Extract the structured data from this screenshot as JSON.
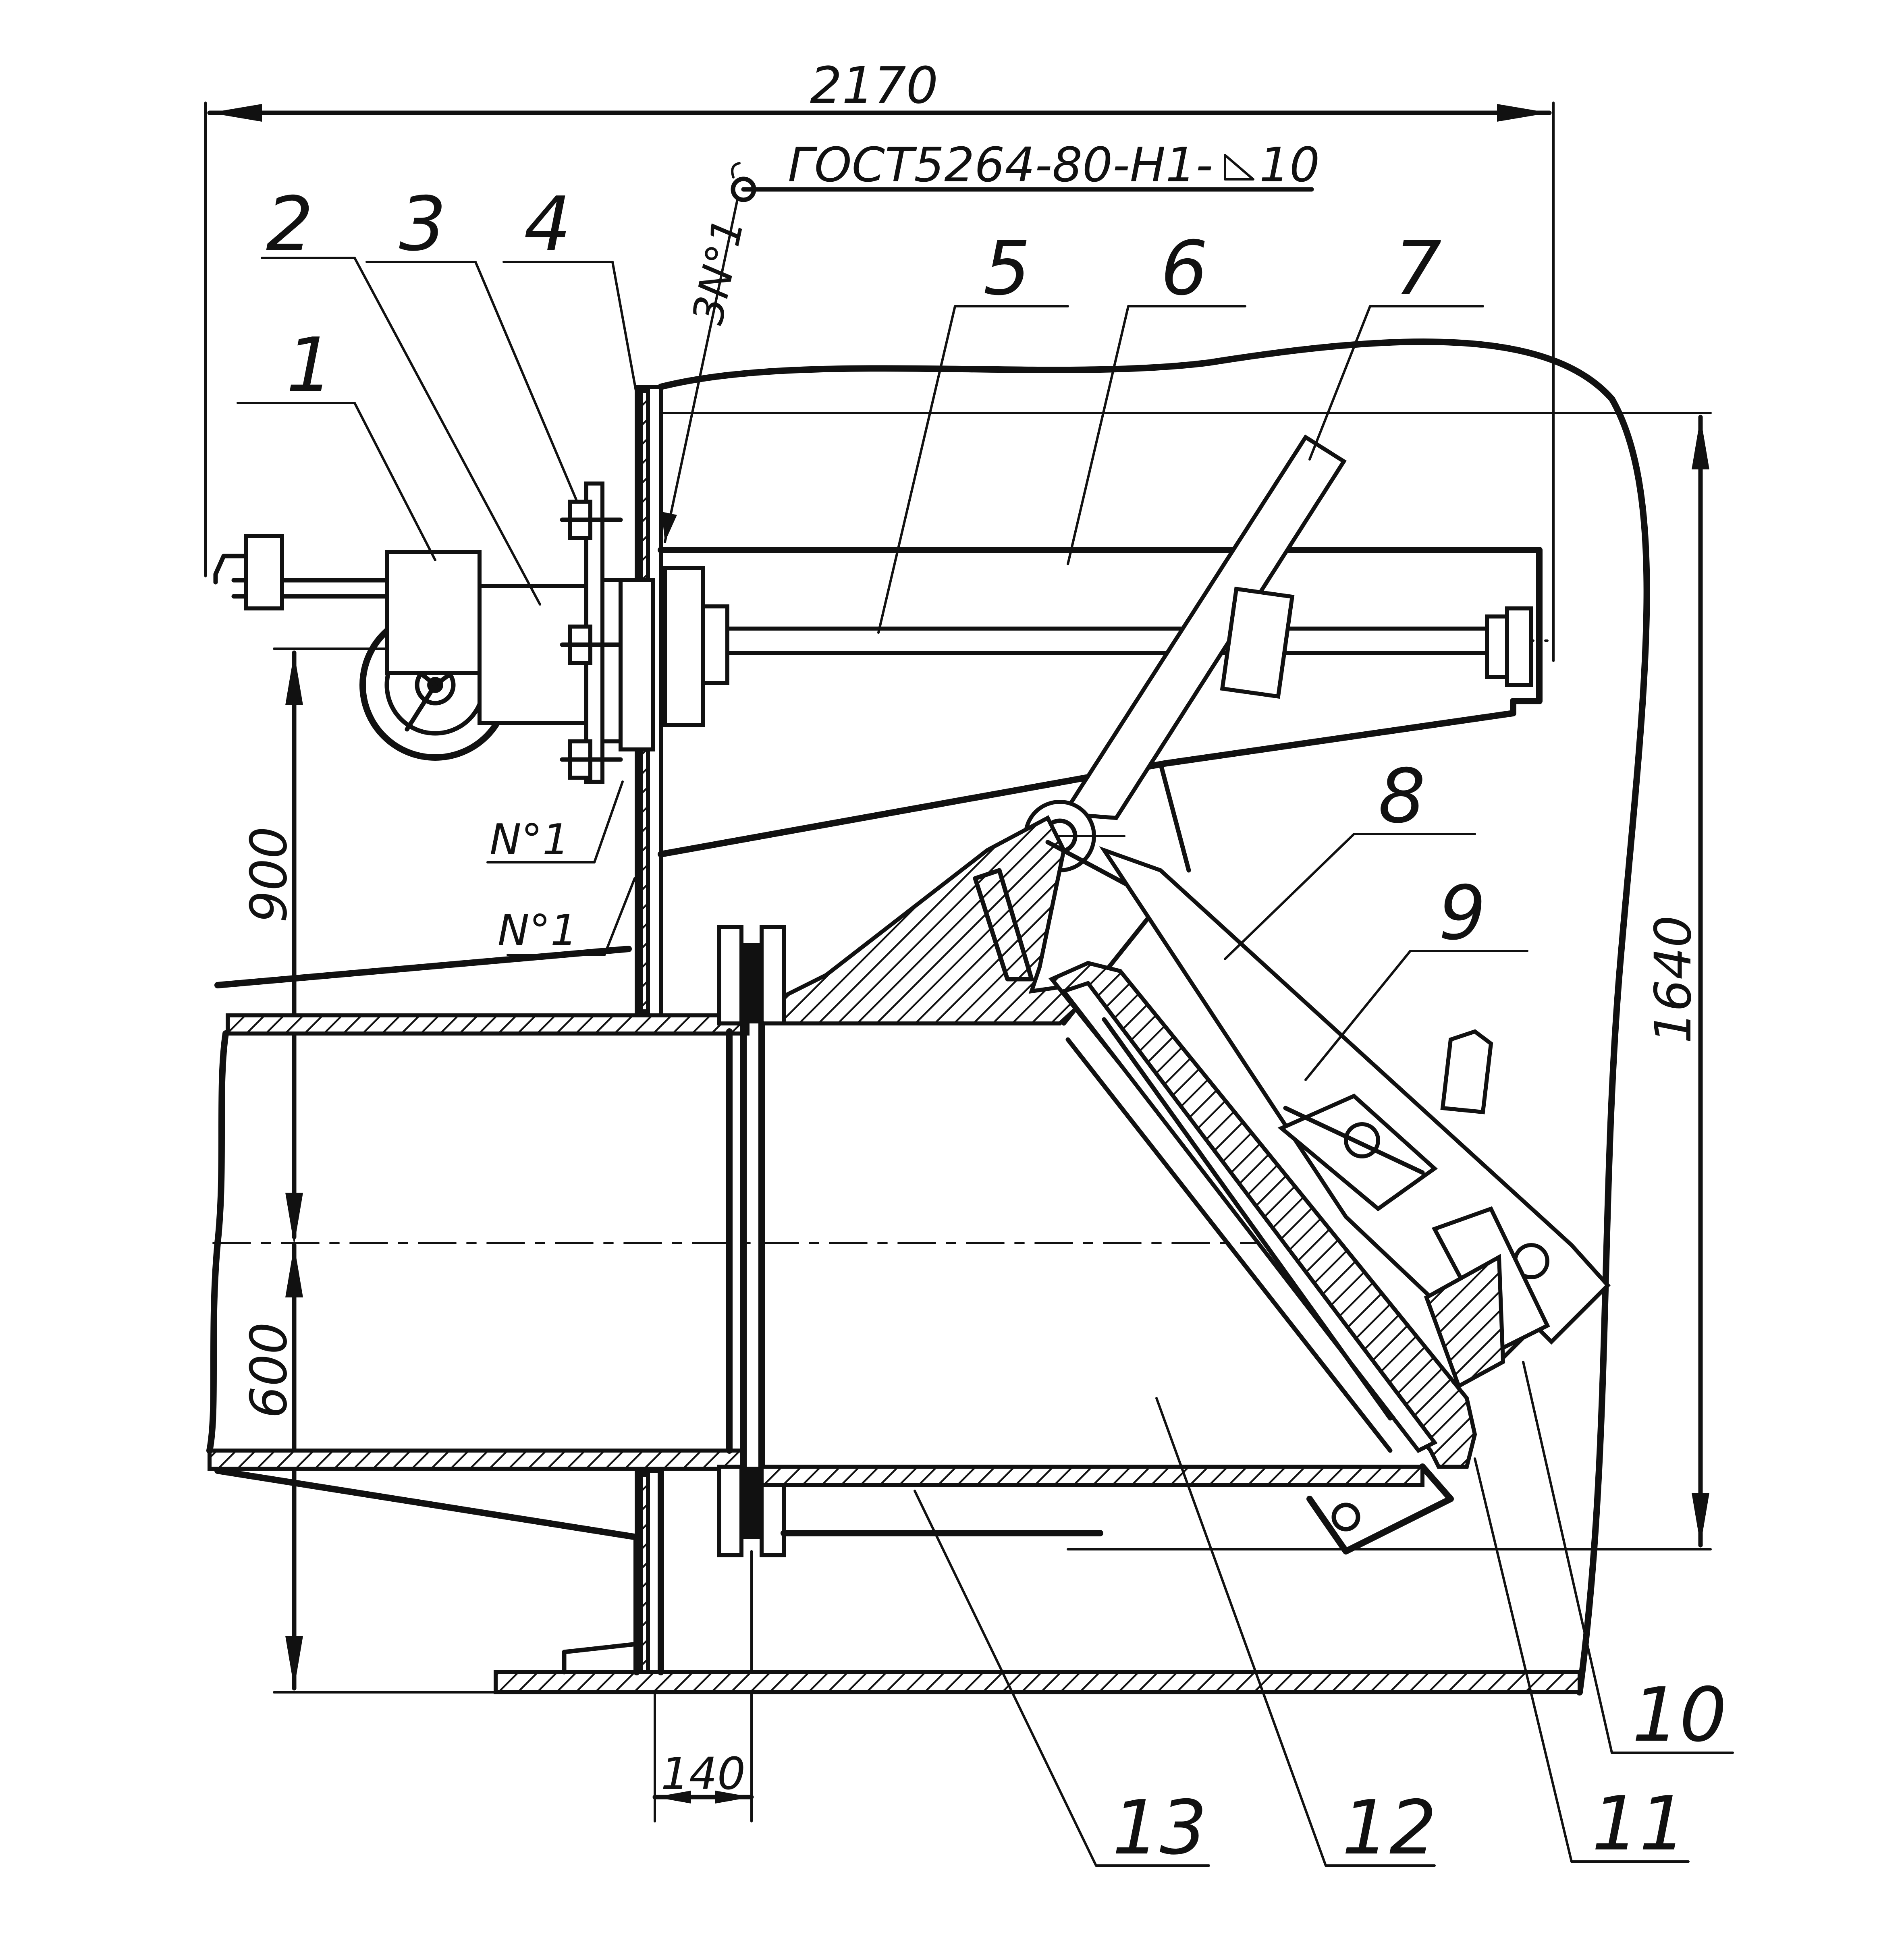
{
  "dimensions": {
    "overall_width": "2170",
    "overall_height": "1640",
    "axis_to_bottom": "900",
    "pipe_diameter": "600",
    "flange_offset": "140"
  },
  "weld": {
    "designation": "ГОСТ5264-80-Н1-",
    "leg": "10",
    "seam_main": "3N°1",
    "seam_a": "N°1",
    "seam_b": "N°1"
  },
  "positions": [
    "1",
    "2",
    "3",
    "4",
    "5",
    "6",
    "7",
    "8",
    "9",
    "10",
    "11",
    "12",
    "13"
  ],
  "colors": {
    "ink": "#111111",
    "paper": "#ffffff"
  }
}
